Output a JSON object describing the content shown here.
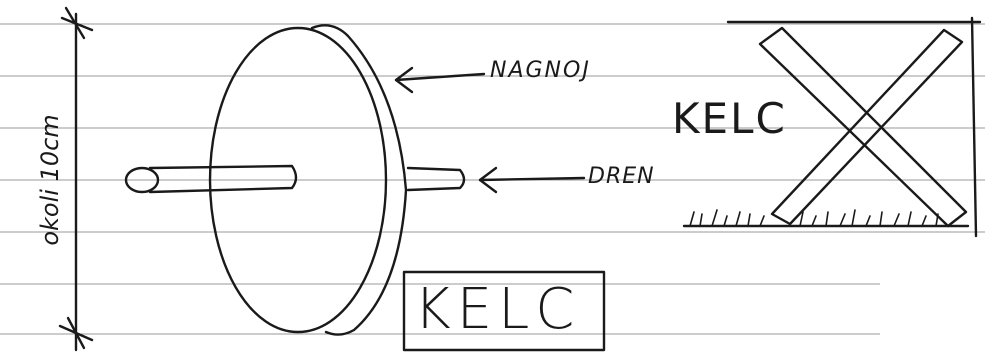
{
  "labels": {
    "nagnoj": "NAGNOJ",
    "dren": "DREN",
    "kelc_side": "KELC",
    "kelc_box": "KELC",
    "dimension": "okoli 10cm"
  },
  "colors": {
    "ink": "#1a1a1a",
    "ruled_lines": "#9a9a9a",
    "paper": "#ffffff"
  }
}
